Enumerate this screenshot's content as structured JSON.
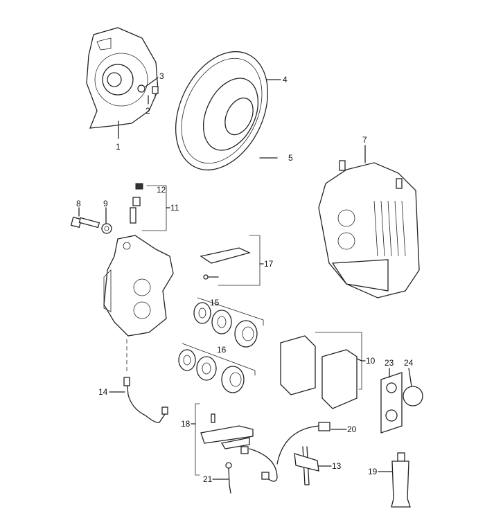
{
  "diagram": {
    "type": "exploded parts diagram - front brake assembly",
    "callouts": {
      "c1": "1",
      "c2": "2",
      "c3": "3",
      "c4": "4",
      "c5": "5",
      "c7": "7",
      "c8": "8",
      "c9": "9",
      "c10": "10",
      "c11": "11",
      "c12": "12",
      "c13": "13",
      "c14": "14",
      "c15": "15",
      "c16": "16",
      "c17": "17",
      "c18": "18",
      "c19": "19",
      "c20": "20",
      "c21": "21",
      "c23": "23",
      "c24": "24"
    }
  }
}
